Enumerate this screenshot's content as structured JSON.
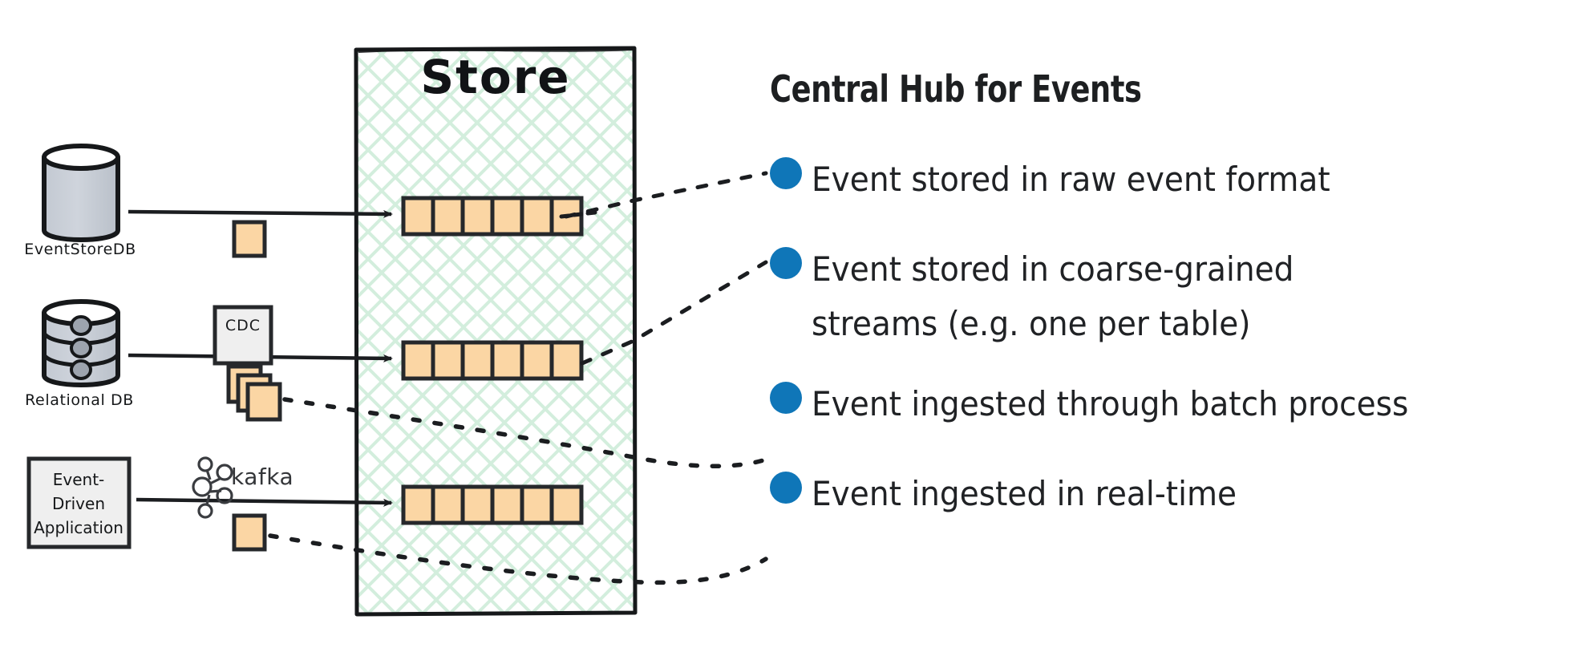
{
  "diagram": {
    "title": "Central Hub for Events",
    "store": {
      "title": "Store",
      "streams": [
        {
          "name": "raw-event-stream",
          "segments": 6,
          "trailing_ellipsis": true
        },
        {
          "name": "coarse-grained-stream",
          "segments": 6,
          "trailing_ellipsis": false
        },
        {
          "name": "realtime-stream",
          "segments": 6,
          "trailing_ellipsis": false
        }
      ]
    },
    "sources": [
      {
        "id": "eventstoredb",
        "label": "EventStoreDB",
        "shape": "cylinder",
        "connector": "solid-arrow",
        "payload": "single-event-box"
      },
      {
        "id": "relational-db",
        "label": "Relational DB",
        "shape": "stacked-cylinder",
        "connector": "solid-arrow",
        "pipeline_label": "CDC",
        "payload": "stacked-event-boxes"
      },
      {
        "id": "event-driven-application",
        "label": "Event-\nDriven\nApplication",
        "shape": "rectangle",
        "connector": "solid-arrow",
        "pipeline_label": "kafka",
        "payload": "single-event-box"
      }
    ],
    "bullets": [
      {
        "id": "raw-format",
        "text": "Event stored in raw event format"
      },
      {
        "id": "coarse-grained",
        "text": "Event stored in coarse-grained\nstreams (e.g. one per table)"
      },
      {
        "id": "batch-process",
        "text": "Event ingested through batch process"
      },
      {
        "id": "real-time",
        "text": "Event ingested in real-time"
      }
    ],
    "colors": {
      "bullet_blue": "#0f76b8",
      "event_box_fill": "#fbd6a4",
      "event_box_stroke": "#26282b",
      "cylinder_fill": "#ccd1d9",
      "store_hatch": "#cfead8",
      "box_fill": "#efefef",
      "stroke": "#1b1d20",
      "text": "#1d1f21"
    }
  }
}
